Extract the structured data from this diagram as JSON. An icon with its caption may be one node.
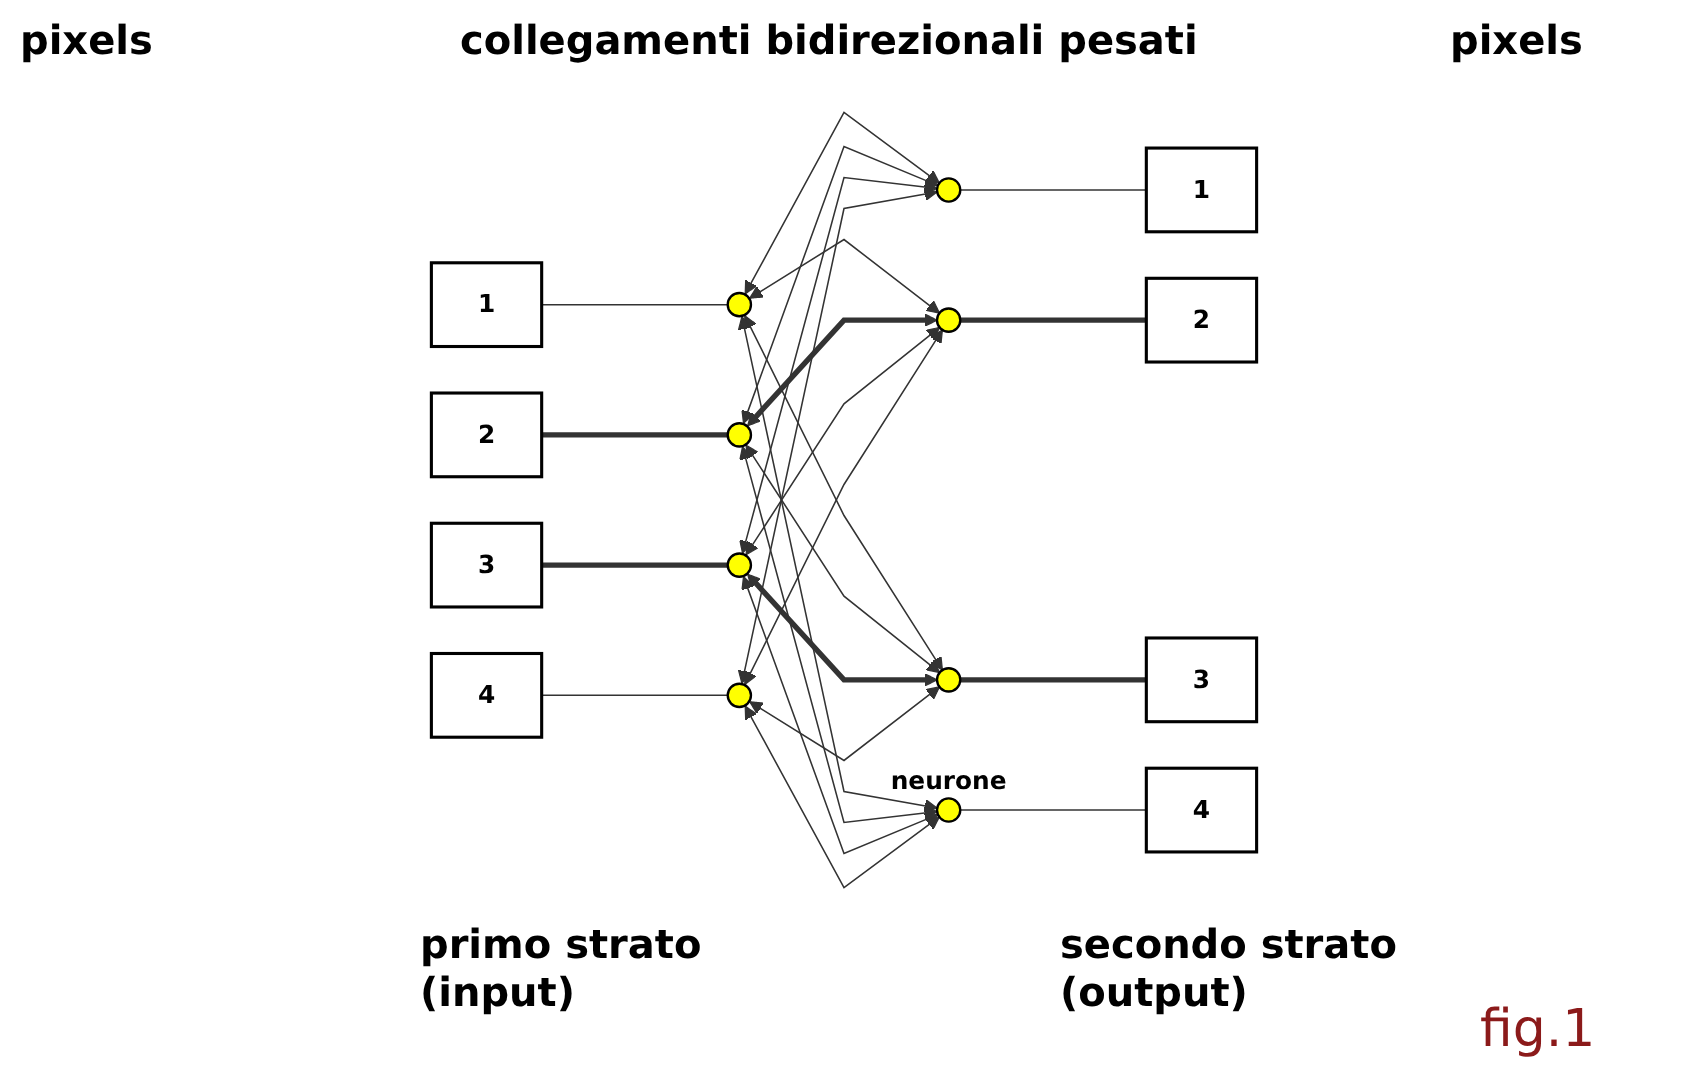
{
  "diagram": {
    "caption": "fig.1",
    "nodes": [
      {
        "text": [
          "1"
        ]
      },
      {
        "text": [
          "2"
        ]
      },
      {
        "text": [
          "3"
        ]
      },
      {
        "text": [
          "4"
        ]
      },
      {
        "text": [],
        "shape": "circle"
      },
      {
        "text": [],
        "shape": "circle"
      },
      {
        "text": [],
        "shape": "circle"
      },
      {
        "text": [],
        "shape": "circle"
      },
      {
        "text": [],
        "shape": "circle"
      },
      {
        "text": [],
        "shape": "circle"
      },
      {
        "text": [],
        "shape": "circle"
      },
      {
        "text": [],
        "shape": "circle",
        "beside": [
          "neurone"
        ]
      },
      {
        "text": [
          "1"
        ]
      },
      {
        "text": [
          "2"
        ]
      },
      {
        "text": [
          "3"
        ]
      },
      {
        "text": [
          "4"
        ]
      }
    ],
    "edges": [
      {
        "from": 0,
        "to": 4,
        "arrow": "none"
      },
      {
        "from": 1,
        "to": 5,
        "arrow": "none",
        "style": "thick"
      },
      {
        "from": 2,
        "to": 6,
        "arrow": "none",
        "style": "thick"
      },
      {
        "from": 3,
        "to": 7,
        "arrow": "none"
      },
      {
        "from": 4,
        "to": 8,
        "arrow": "both"
      },
      {
        "from": 4,
        "to": 9,
        "arrow": "both"
      },
      {
        "from": 4,
        "to": 10,
        "arrow": "both"
      },
      {
        "from": 4,
        "to": 11,
        "arrow": "both"
      },
      {
        "from": 5,
        "to": 8,
        "arrow": "both"
      },
      {
        "from": 5,
        "to": 9,
        "arrow": "both",
        "style": "thick"
      },
      {
        "from": 5,
        "to": 10,
        "arrow": "both"
      },
      {
        "from": 5,
        "to": 11,
        "arrow": "both"
      },
      {
        "from": 6,
        "to": 8,
        "arrow": "both"
      },
      {
        "from": 6,
        "to": 9,
        "arrow": "both"
      },
      {
        "from": 6,
        "to": 10,
        "arrow": "both",
        "style": "thick"
      },
      {
        "from": 6,
        "to": 11,
        "arrow": "both"
      },
      {
        "from": 7,
        "to": 8,
        "arrow": "both"
      },
      {
        "from": 7,
        "to": 9,
        "arrow": "both"
      },
      {
        "from": 7,
        "to": 10,
        "arrow": "both"
      },
      {
        "from": 7,
        "to": 11,
        "arrow": "both"
      },
      {
        "from": 8,
        "to": 12,
        "arrow": "none"
      },
      {
        "from": 9,
        "to": 13,
        "arrow": "none",
        "style": "thick"
      },
      {
        "from": 10,
        "to": 14,
        "arrow": "none",
        "style": "thick"
      },
      {
        "from": 11,
        "to": 15,
        "arrow": "none"
      }
    ],
    "labels": [
      "pixels",
      "collegamenti bidirezionali pesati",
      "pixels",
      "primo strato (input)",
      "secondo strato (output)"
    ]
  }
}
